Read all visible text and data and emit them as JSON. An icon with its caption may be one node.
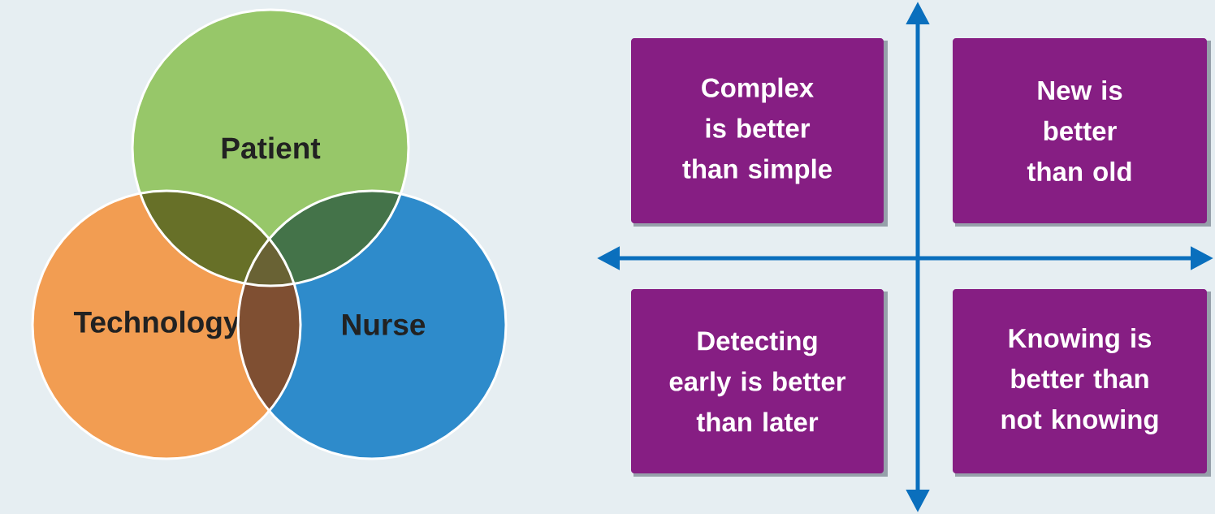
{
  "diagram": {
    "nodes": [
      {
        "text": [
          "Patient"
        ]
      },
      {
        "text": [
          "Technology"
        ]
      },
      {
        "text": [
          "Nurse"
        ]
      },
      {
        "text": [
          "Complex is better than simple"
        ]
      },
      {
        "text": [
          "New is better than old"
        ]
      },
      {
        "text": [
          "Detecting early is better than later"
        ]
      },
      {
        "text": [
          "Knowing is better than not knowing"
        ]
      }
    ]
  }
}
